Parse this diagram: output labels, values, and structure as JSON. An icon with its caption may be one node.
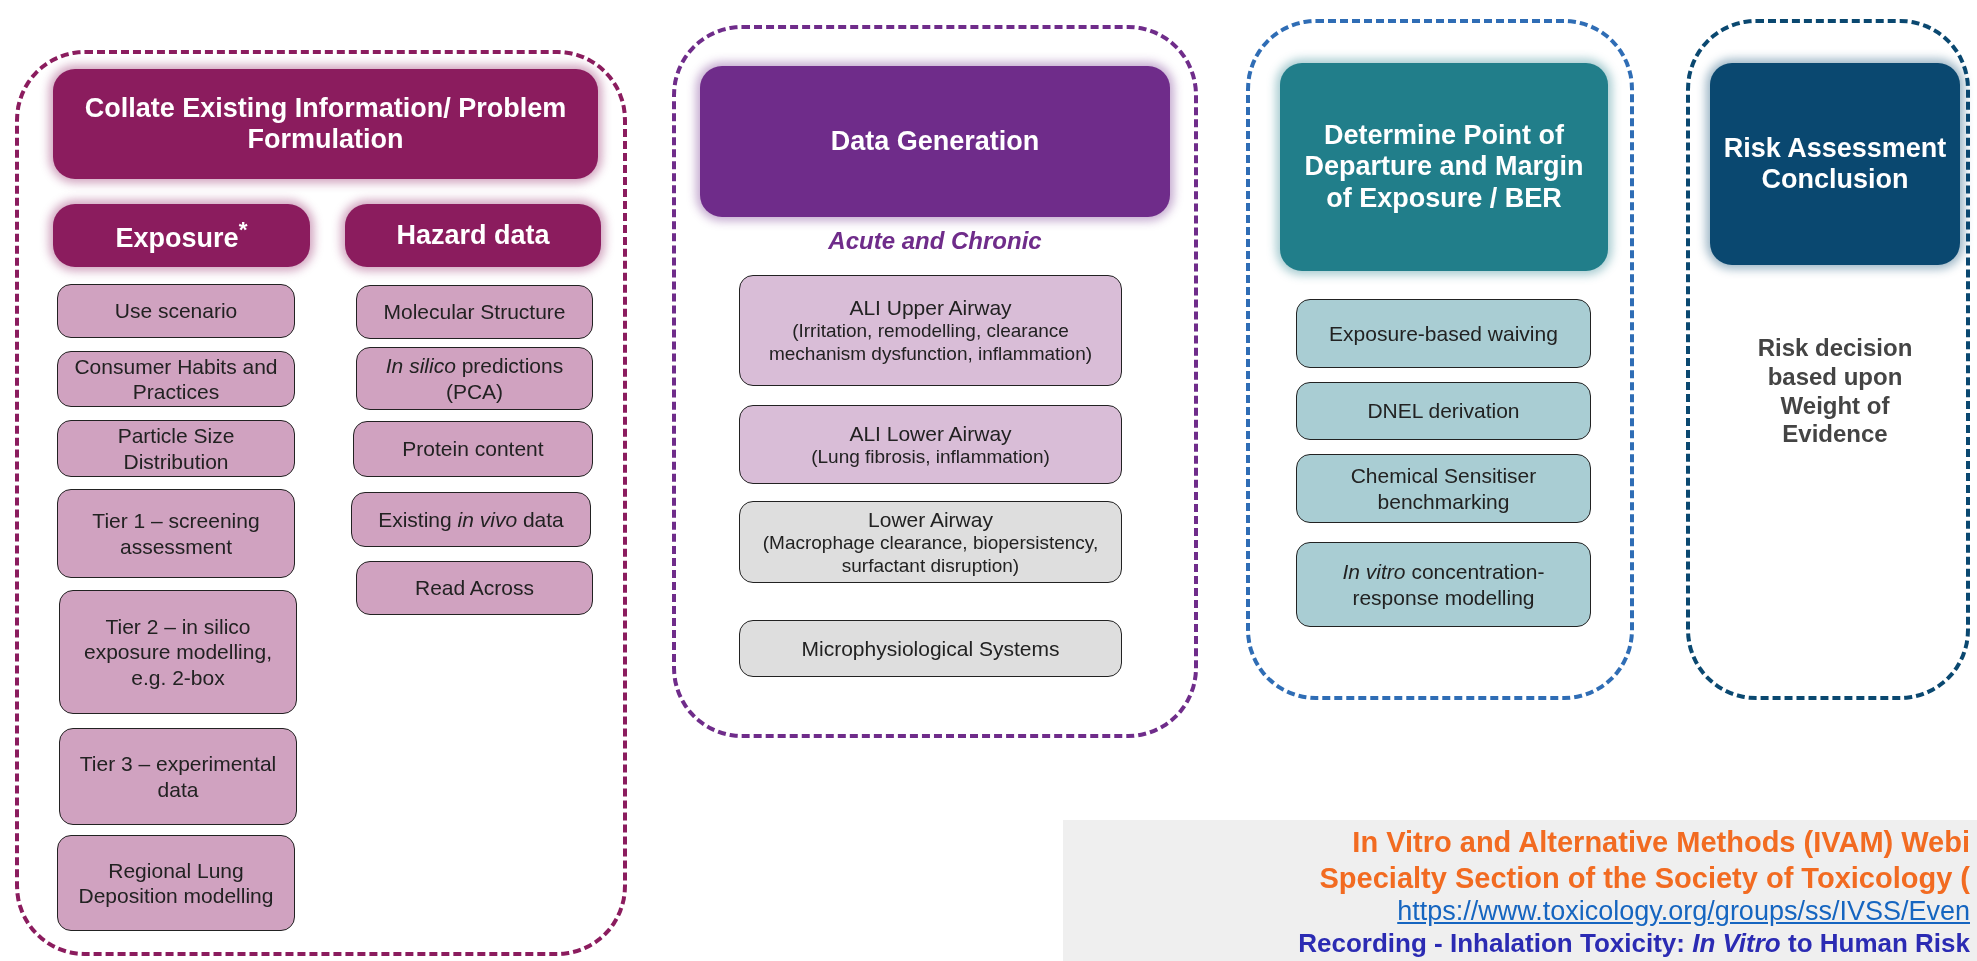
{
  "diagram": {
    "nodes": [
      {
        "text": [],
        "shape": "box"
      },
      {
        "text": [
          "Collate Existing Information/ Problem Formulation"
        ],
        "in": 0
      },
      {
        "text": [
          "Exposure$^{*}$"
        ],
        "in": 0
      },
      {
        "text": [
          "Hazard data"
        ],
        "in": 0
      },
      {
        "text": [
          "Use scenario"
        ],
        "in": 0
      },
      {
        "text": [
          "Consumer Habits and Practices"
        ],
        "in": 0
      },
      {
        "text": [
          "Particle Size Distribution"
        ],
        "in": 0
      },
      {
        "text": [
          "Tier 1 – screening assessment"
        ],
        "in": 0
      },
      {
        "text": [
          "Tier 2 – in silico exposure modelling, e.g. 2-box"
        ],
        "in": 0
      },
      {
        "text": [
          "Tier 3 – experimental data"
        ],
        "in": 0
      },
      {
        "text": [
          "Regional Lung Deposition modelling"
        ],
        "in": 0
      },
      {
        "text": [
          "Molecular Structure"
        ],
        "in": 0
      },
      {
        "text": [
          "*In silico* predictions (PCA)"
        ],
        "in": 0
      },
      {
        "text": [
          "Protein content"
        ],
        "in": 0
      },
      {
        "text": [
          "Existing *in vivo* data"
        ],
        "in": 0
      },
      {
        "text": [
          "Read Across"
        ],
        "in": 0
      },
      {
        "text": [],
        "shape": "box"
      },
      {
        "text": [
          "Data Generation"
        ],
        "in": 16,
        "beside": [
          "Acute and Chronic"
        ]
      },
      {
        "text": [
          "ALI Upper Airway",
          "(Irritation, remodelling, clearance mechanism dysfunction, inflammation)"
        ],
        "in": 16
      },
      {
        "text": [
          "ALI Lower Airway",
          "(Lung fibrosis, inflammation)"
        ],
        "in": 16
      },
      {
        "text": [
          "Lower Airway",
          "(Macrophage clearance, biopersistency, surfactant disruption)"
        ],
        "in": 16
      },
      {
        "text": [
          "Microphysiological Systems"
        ],
        "in": 16
      },
      {
        "text": [],
        "shape": "box"
      },
      {
        "text": [
          "Determine Point of Departure and Margin of Exposure / BER"
        ],
        "in": 22
      },
      {
        "text": [
          "Exposure-based waiving"
        ],
        "in": 22
      },
      {
        "text": [
          "DNEL derivation"
        ],
        "in": 22
      },
      {
        "text": [
          "Chemical Sensitiser benchmarking"
        ],
        "in": 22
      },
      {
        "text": [
          "*In vitro* concentration-response modelling"
        ],
        "in": 22
      },
      {
        "text": [],
        "shape": "box"
      },
      {
        "text": [
          "Risk Assessment Conclusion"
        ],
        "in": 28
      }
    ],
    "labels": [
      "Risk decision based upon Weight of Evidence",
      "In Vitro and Alternative Methods (IVAM) Webi",
      "Specialty Section of the Society of Toxicology (",
      "https://www.toxicology.org/groups/ss/IVSS/Even",
      "Recording - Inhalation Toxicity: *In Vitro* to Human Risk"
    ]
  }
}
